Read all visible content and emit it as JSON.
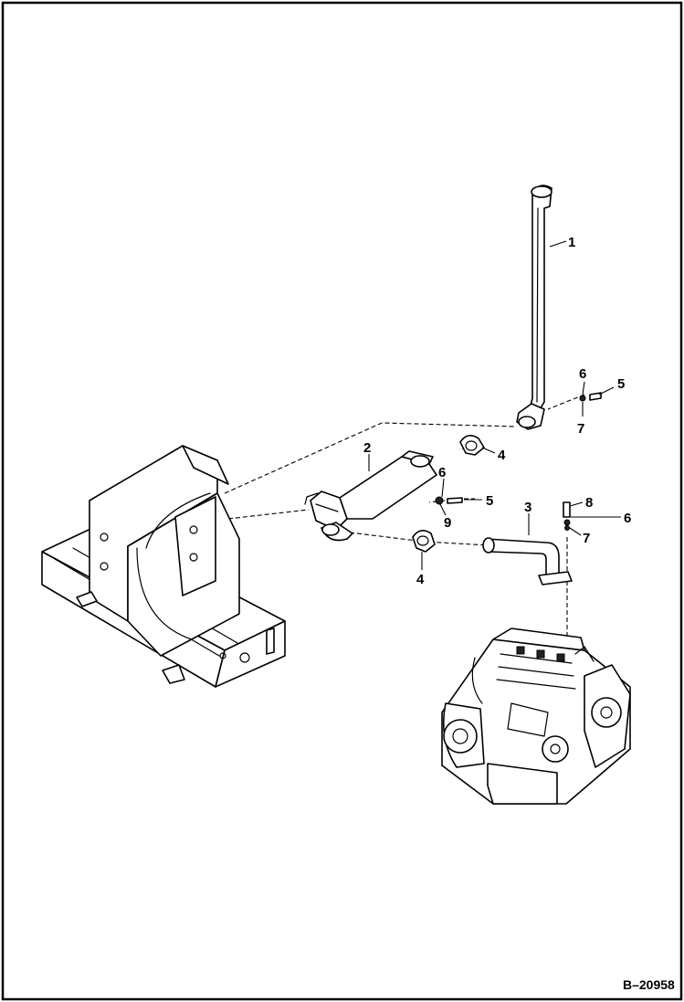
{
  "diagram": {
    "figure_number": "B–20958",
    "callouts": [
      {
        "id": "c1",
        "text": "1"
      },
      {
        "id": "c2",
        "text": "2"
      },
      {
        "id": "c3",
        "text": "3"
      },
      {
        "id": "c4a",
        "text": "4"
      },
      {
        "id": "c4b",
        "text": "4"
      },
      {
        "id": "c5a",
        "text": "5"
      },
      {
        "id": "c5b",
        "text": "5"
      },
      {
        "id": "c6a",
        "text": "6"
      },
      {
        "id": "c6b",
        "text": "6"
      },
      {
        "id": "c6c",
        "text": "6"
      },
      {
        "id": "c7a",
        "text": "7"
      },
      {
        "id": "c7b",
        "text": "7"
      },
      {
        "id": "c8",
        "text": "8"
      },
      {
        "id": "c9",
        "text": "9"
      }
    ]
  }
}
